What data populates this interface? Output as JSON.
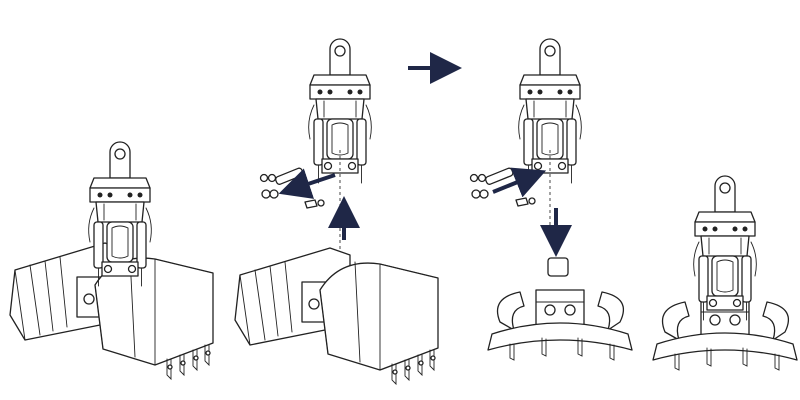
{
  "diagram": {
    "background_color": "#ffffff",
    "line_color": "#222222",
    "arrow_color": "#1f2747",
    "steps": [
      {
        "id": "step-1",
        "assembly": "clamshell-grab-assembled"
      },
      {
        "id": "step-2",
        "assembly": "rotator-removed-from-clamshell-bucket"
      },
      {
        "id": "step-3",
        "assembly": "rotator-lowered-onto-orange-peel-grab"
      },
      {
        "id": "step-4",
        "assembly": "orange-peel-grab-assembled"
      }
    ],
    "icons": [
      "pin-icon",
      "bolt-icon",
      "washer-icon",
      "direction-arrow-icon"
    ]
  }
}
